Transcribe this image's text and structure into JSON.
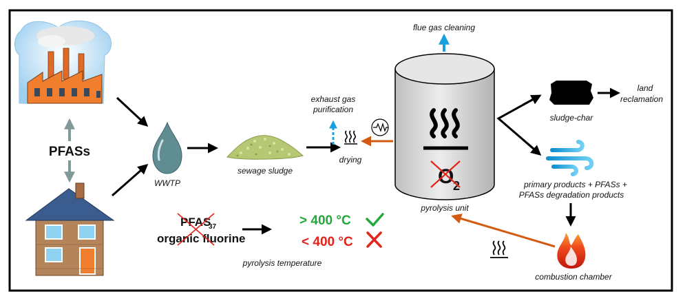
{
  "labels": {
    "pfass": "PFASs",
    "wwtp": "WWTP",
    "sewage_sludge": "sewage sludge",
    "exhaust_line1": "exhaust gas",
    "exhaust_line2": "purification",
    "drying": "drying",
    "flue_gas": "flue gas cleaning",
    "pyrolysis_unit": "pyrolysis unit",
    "oxygen_symbol": "O",
    "oxygen_subscript": "2",
    "sludge_char": "sludge-char",
    "land_line1": "land",
    "land_line2": "reclamation",
    "products_line1": "primary products + PFASs +",
    "products_line2": "PFASs degradation products",
    "combustion": "combustion chamber",
    "pfas37": "PFAS",
    "pfas37_sub": "37",
    "organic_fluorine": "organic fluorine",
    "above_temp": "> 400 °C",
    "below_temp": "< 400 °C",
    "pyrolysis_temperature": "pyrolysis temperature"
  },
  "colors": {
    "frame": "#000000",
    "arrow_main": "#000000",
    "arrow_heat": "#d35a12",
    "arrow_up_blue": "#1aa0e0",
    "arrow_pfas_grey": "#7f9a98",
    "check_green": "#23a83a",
    "cross_red": "#e2231a",
    "above_text": "#23a83a",
    "below_text": "#e2231a",
    "cylinder_fill": "#d9d9d9",
    "droplet": "#5f8d92"
  },
  "icons": {
    "factory": "factory-icon",
    "house": "house-icon",
    "droplet": "droplet-icon",
    "sludge_pile": "sludge-pile-icon",
    "heat": "heat-waves-icon",
    "heat_exchanger": "heat-exchanger-icon",
    "cylinder": "pyrolysis-cylinder-icon",
    "char": "char-block-icon",
    "gas": "gas-swirl-icon",
    "flame": "flame-icon",
    "check": "check-icon",
    "cross": "cross-icon"
  }
}
